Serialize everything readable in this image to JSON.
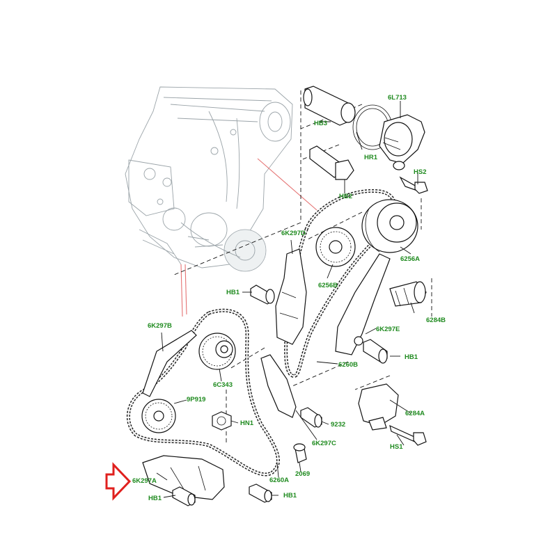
{
  "colors": {
    "label": "#1e8a1e",
    "arrow": "#e0201e",
    "lines": "#111111",
    "ghost": "#9aa3a8"
  },
  "labels": {
    "6L713": "6L713",
    "HB3": "HB3",
    "HR1": "HR1",
    "HS2": "HS2",
    "HB2": "HB2",
    "6K297D": "6K297D",
    "6256A": "6256A",
    "HB1_a": "HB1",
    "6256B": "6256B",
    "6284B": "6284B",
    "6K297B": "6K297B",
    "6K297E": "6K297E",
    "HB1_b": "HB1",
    "6260B": "6260B",
    "6C343": "6C343",
    "9P919": "9P919",
    "6284A": "6284A",
    "HN1": "HN1",
    "9232": "9232",
    "HS1": "HS1",
    "6K297C": "6K297C",
    "2069": "2069",
    "6K297A": "6K297A",
    "6260A": "6260A",
    "HB1_c": "HB1",
    "HB1_d": "HB1"
  },
  "callout_arrow": {
    "icon": "red-outline-arrow-right",
    "target_label": "6K297A"
  }
}
